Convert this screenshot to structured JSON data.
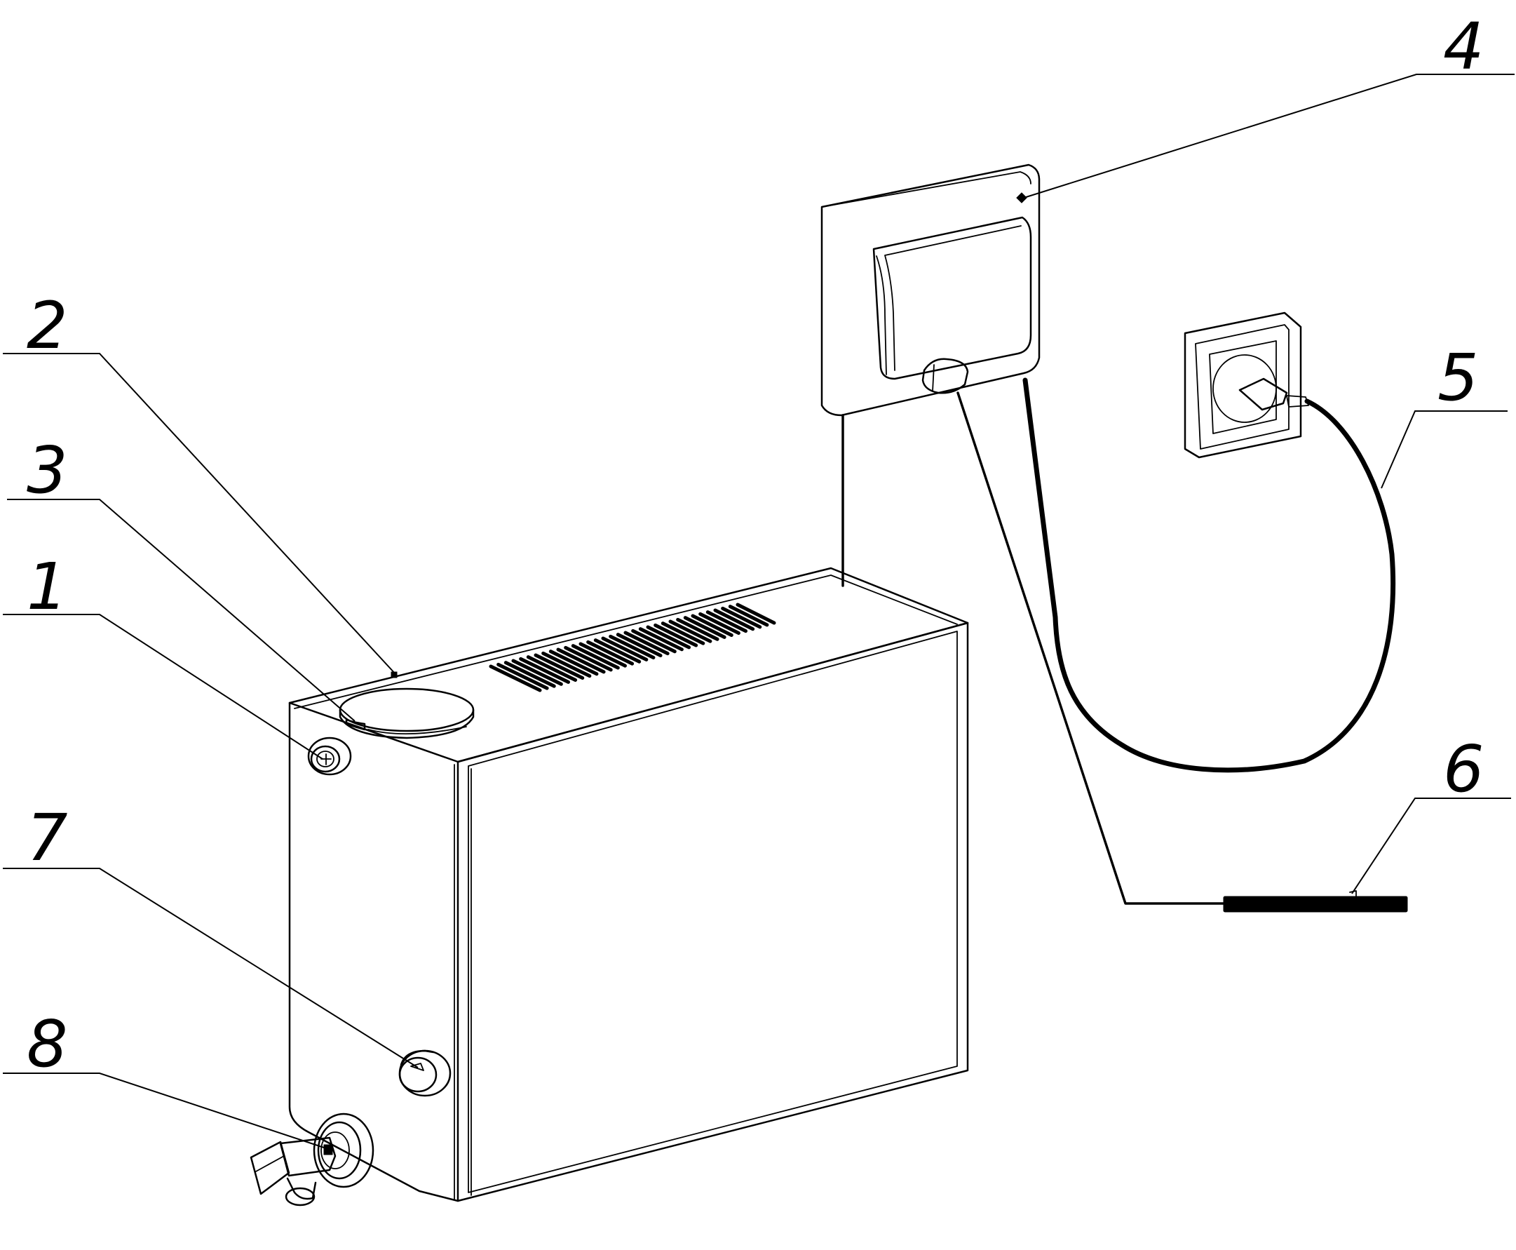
{
  "callouts": [
    {
      "id": "4",
      "label": "4"
    },
    {
      "id": "2",
      "label": "2"
    },
    {
      "id": "3",
      "label": "3"
    },
    {
      "id": "5",
      "label": "5"
    },
    {
      "id": "1",
      "label": "1"
    },
    {
      "id": "6",
      "label": "6"
    },
    {
      "id": "7",
      "label": "7"
    },
    {
      "id": "8",
      "label": "8"
    }
  ]
}
